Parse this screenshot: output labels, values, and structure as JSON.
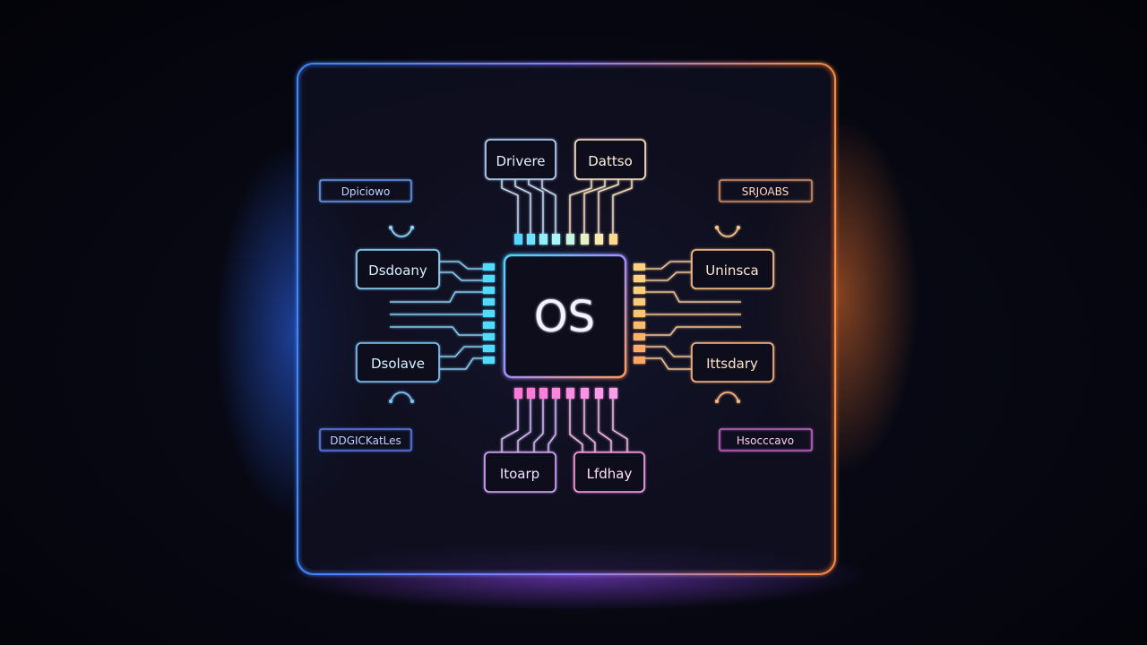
{
  "chip": {
    "label": "OS"
  },
  "modules": {
    "top_left": "Drivere",
    "top_right": "Dattso",
    "mid_left_upper": "Dsdoany",
    "mid_left_lower": "Dsolave",
    "mid_right_upper": "Uninsca",
    "mid_right_lower": "Ittsdary",
    "bottom_left": "Itoarp",
    "bottom_right": "Lfdhay"
  },
  "tags": {
    "upper_left": "Dpiciowo",
    "upper_right": "SRJOABS",
    "lower_left": "DDGICKatLes",
    "lower_right": "Hsocccavo"
  },
  "colors": {
    "cyan": "#4fe0ff",
    "blue": "#3b7dff",
    "orange": "#ff9a4d",
    "magenta": "#d65cff",
    "frame_blue": "#4a7dff",
    "frame_orange": "#ff8a3d",
    "frame_magenta": "#c04cff"
  }
}
